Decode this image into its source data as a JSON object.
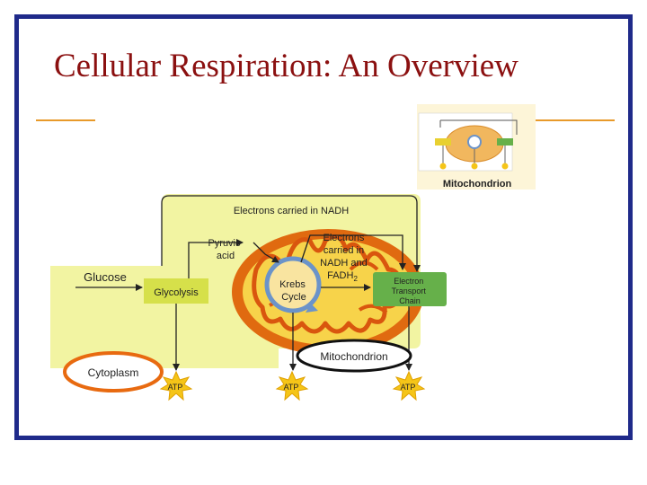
{
  "slide": {
    "title": "Cellular Respiration: An Overview",
    "colors": {
      "title": "#8b1010",
      "frame": "#1f2a8a",
      "accent_line": "#e89a2a"
    }
  },
  "thumbnail": {
    "caption": "Mitochondrion"
  },
  "diagram": {
    "top_arrow_label": "Electrons carried in NADH",
    "glucose_label": "Glucose",
    "glycolysis_label": "Glycolysis",
    "pyruvic_label": [
      "Pyruvic",
      "acid"
    ],
    "krebs_label": [
      "Krebs",
      "Cycle"
    ],
    "electrons_label": [
      "Electrons",
      "carried in",
      "NADH and",
      "FADH",
      "2"
    ],
    "etc_label": [
      "Electron",
      "Transport",
      "Chain"
    ],
    "mitochondrion_label": "Mitochondrion",
    "cytoplasm_label": "Cytoplasm",
    "atp_labels": [
      "ATP",
      "ATP",
      "ATP"
    ],
    "icons": [
      "atp-burst-icon"
    ],
    "colors": {
      "cytoplasm_fill": "#f2f4a2",
      "mito_outer": "#e06a10",
      "mito_inner": "#f7d34a",
      "cristae": "#d9560e",
      "etc_box": "#66b04a",
      "krebs_ring": "#6b93c9",
      "atp": "#f5c518",
      "highlight_ring": "#e86a10"
    }
  }
}
